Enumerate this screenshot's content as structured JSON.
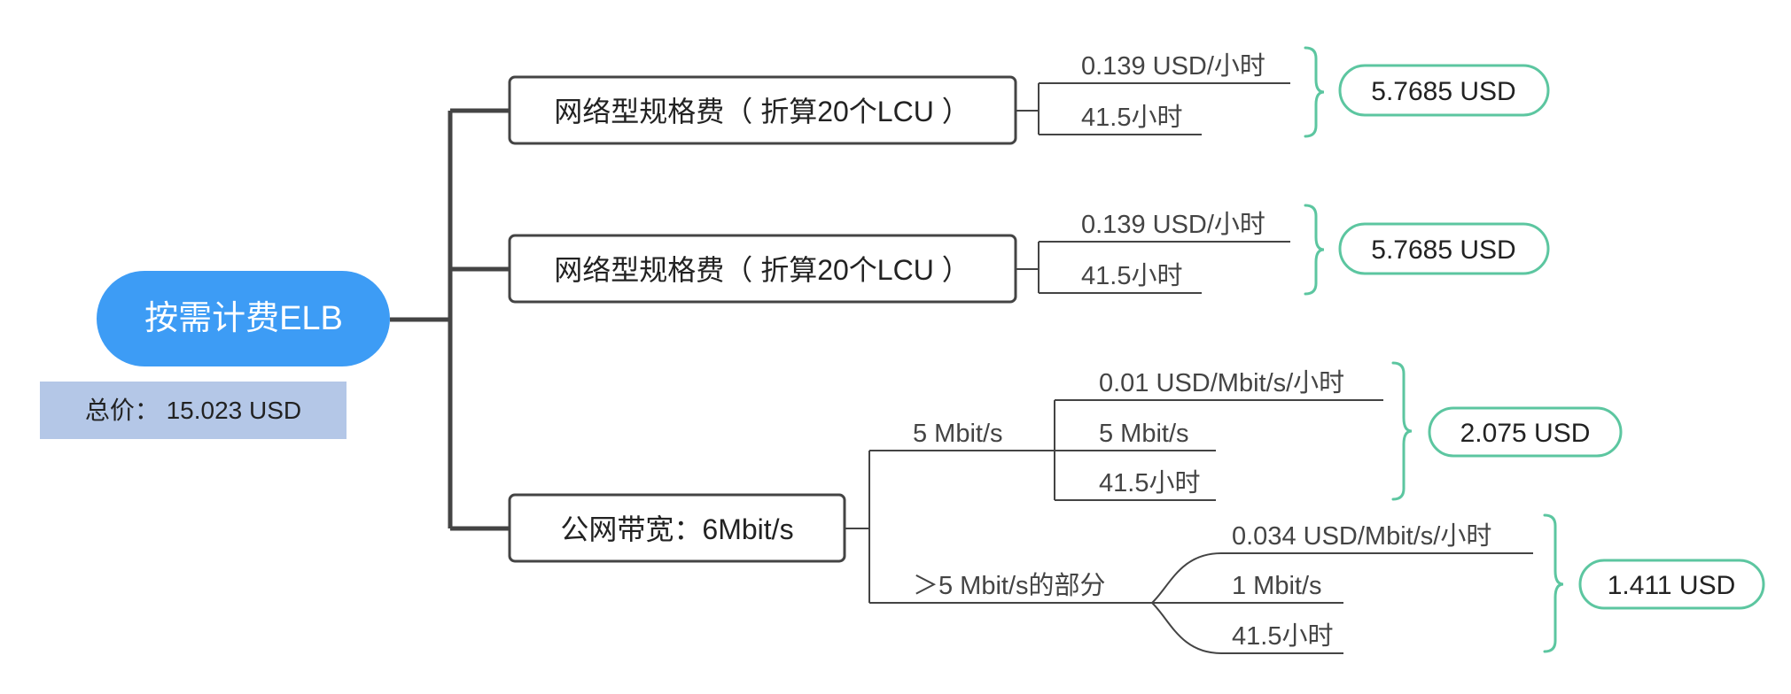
{
  "root": {
    "label": "按需计费ELB"
  },
  "total": {
    "label": "总价： 15.023 USD"
  },
  "branches": [
    {
      "label": "网络型规格费（ 折算20个LCU ）",
      "items": [
        "0.139 USD/小时",
        "41.5小时"
      ],
      "result": "5.7685 USD"
    },
    {
      "label": "网络型规格费（ 折算20个LCU ）",
      "items": [
        "0.139 USD/小时",
        "41.5小时"
      ],
      "result": "5.7685 USD"
    },
    {
      "label": "公网带宽：6Mbit/s",
      "subbranches": [
        {
          "label": "5 Mbit/s",
          "items": [
            "0.01 USD/Mbit/s/小时",
            "5 Mbit/s",
            "41.5小时"
          ],
          "result": "2.075 USD"
        },
        {
          "label": "＞5 Mbit/s的部分",
          "items": [
            "0.034 USD/Mbit/s/小时",
            "1 Mbit/s",
            "41.5小时"
          ],
          "result": "1.411 USD"
        }
      ]
    }
  ],
  "colors": {
    "root_fill": "#3d9cf5",
    "total_fill": "#b4c7e7",
    "result_stroke": "#5cc6a0",
    "line": "#444444"
  }
}
